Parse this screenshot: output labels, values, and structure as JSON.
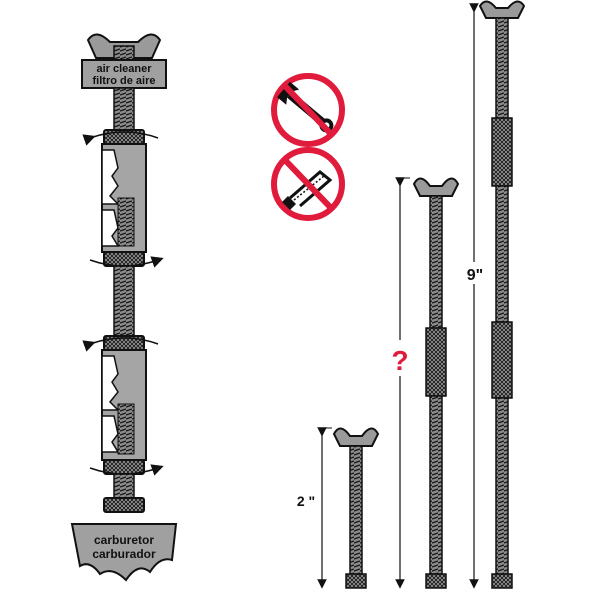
{
  "labels": {
    "air_cleaner_en": "air cleaner",
    "air_cleaner_es": "filtro de aire",
    "carburetor_en": "carburetor",
    "carburetor_es": "carburador"
  },
  "dimensions": {
    "short": "2 \"",
    "medium": "?",
    "long": "9\""
  },
  "icons": [
    "no-wrench-icon",
    "no-hacksaw-icon"
  ],
  "colors": {
    "prohibit_red": "#e01b3c",
    "metal_gray": "#9a9a9a",
    "outline": "#111111",
    "question_mark": "#e01b3c"
  }
}
